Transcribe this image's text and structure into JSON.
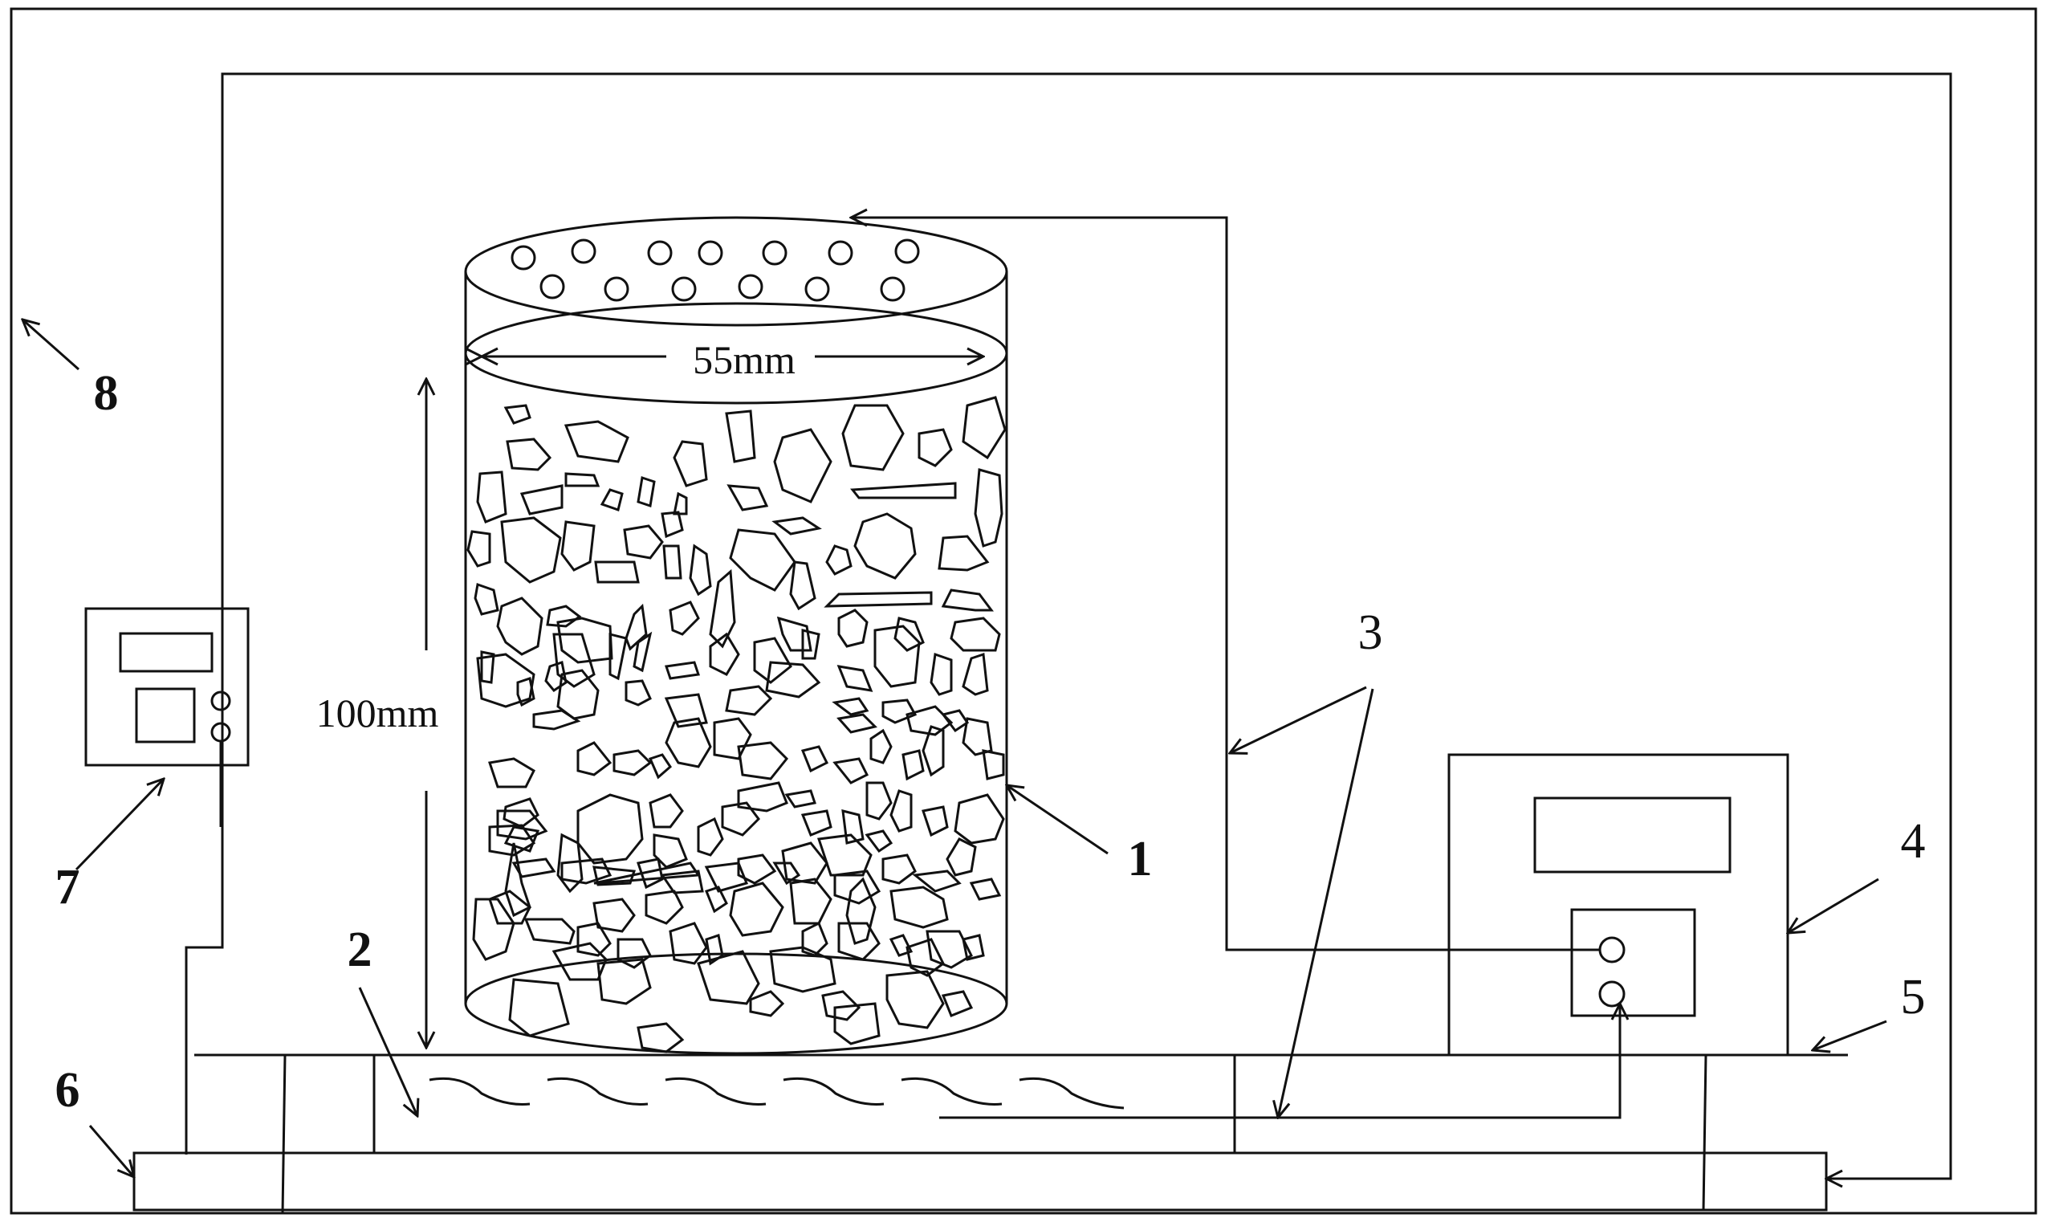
{
  "labels": {
    "l1": "1",
    "l2": "2",
    "l3": "3",
    "l4": "4",
    "l5": "5",
    "l6": "6",
    "l7": "7",
    "l8": "8"
  },
  "dimensions": {
    "diameter": "55mm",
    "height": "100mm"
  },
  "colors": {
    "stroke": "#111111",
    "background": "#ffffff"
  }
}
